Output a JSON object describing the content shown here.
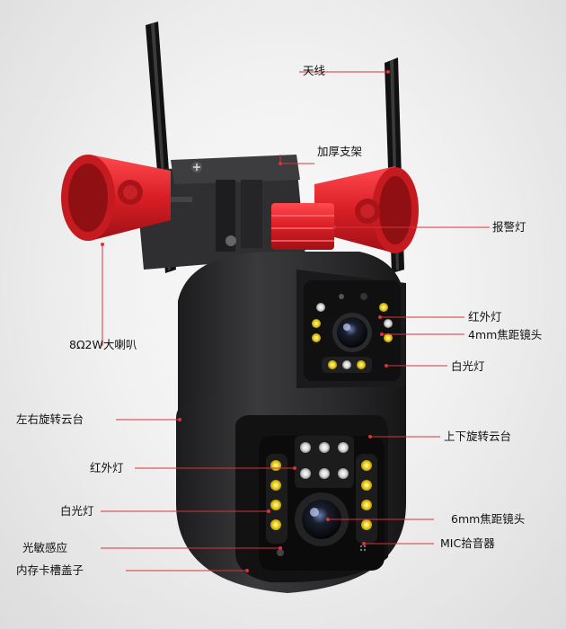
{
  "labels": {
    "antenna": "天线",
    "bracket": "加厚支架",
    "alarm_light": "报警灯",
    "speaker": "8Ω2W大喇叭",
    "ir_light_top": "红外灯",
    "lens_4mm": "4mm焦距镜头",
    "white_light_top": "白光灯",
    "pan_gimbal": "左右旋转云台",
    "tilt_gimbal": "上下旋转云台",
    "ir_light_bottom": "红外灯",
    "white_light_bottom": "白光灯",
    "lens_6mm": "6mm焦距镜头",
    "light_sensor": "光敏感应",
    "mic": "MIC拾音器",
    "sd_cover": "内存卡槽盖子"
  },
  "colors": {
    "body": "#2b2b2d",
    "speaker_red": "#e0252b",
    "led_yellow": "#f2d21a",
    "leader_line": "#d8333a"
  }
}
